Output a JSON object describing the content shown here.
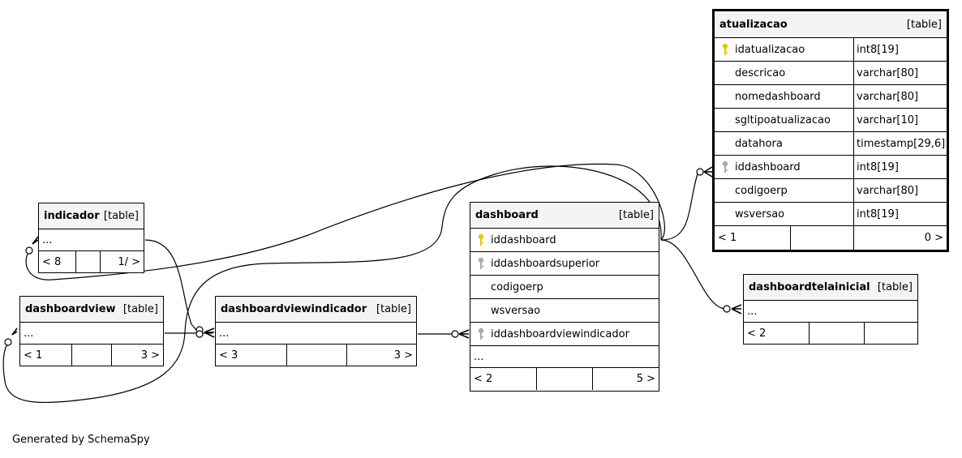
{
  "tables": {
    "atualizacao": {
      "name": "atualizacao",
      "type": "[table]",
      "columns": [
        {
          "name": "idatualizacao",
          "type": "int8[19]"
        },
        {
          "name": "descricao",
          "type": "varchar[80]"
        },
        {
          "name": "nomedashboard",
          "type": "varchar[80]"
        },
        {
          "name": "sgltipoatualizacao",
          "type": "varchar[10]"
        },
        {
          "name": "datahora",
          "type": "timestamp[29,6]"
        },
        {
          "name": "iddashboard",
          "type": "int8[19]"
        },
        {
          "name": "codigoerp",
          "type": "varchar[80]"
        },
        {
          "name": "wsversao",
          "type": "int8[19]"
        }
      ],
      "footer": {
        "parents": "< 1",
        "rows": "",
        "children": "0 >"
      }
    },
    "indicador": {
      "name": "indicador",
      "type": "[table]",
      "more": "...",
      "footer": {
        "parents": "< 8",
        "rows": "",
        "children": "1/ >"
      }
    },
    "dashboard": {
      "name": "dashboard",
      "type": "[table]",
      "columns": [
        {
          "name": "iddashboard"
        },
        {
          "name": "iddashboardsuperior"
        },
        {
          "name": "codigoerp"
        },
        {
          "name": "wsversao"
        },
        {
          "name": "iddashboardviewindicador"
        }
      ],
      "more": "...",
      "footer": {
        "parents": "< 2",
        "rows": "",
        "children": "5 >"
      }
    },
    "dashboardtelainicial": {
      "name": "dashboardtelainicial",
      "type": "[table]",
      "more": "...",
      "footer": {
        "parents": "< 2",
        "rows": "",
        "children": ""
      }
    },
    "dashboardview": {
      "name": "dashboardview",
      "type": "[table]",
      "more": "...",
      "footer": {
        "parents": "< 1",
        "rows": "",
        "children": "3 >"
      }
    },
    "dashboardviewindicador": {
      "name": "dashboardviewindicador",
      "type": "[table]",
      "more": "...",
      "footer": {
        "parents": "< 3",
        "rows": "",
        "children": "3 >"
      }
    }
  },
  "colors": {
    "primary_key": "#e6c800",
    "foreign_key": "#aaaaaa",
    "header_bg": "#f4f4f4",
    "line": "#000000"
  },
  "icons": {
    "primary_key": "key-icon-yellow",
    "foreign_key": "key-icon-gray"
  },
  "generated_by": "Generated by SchemaSpy"
}
